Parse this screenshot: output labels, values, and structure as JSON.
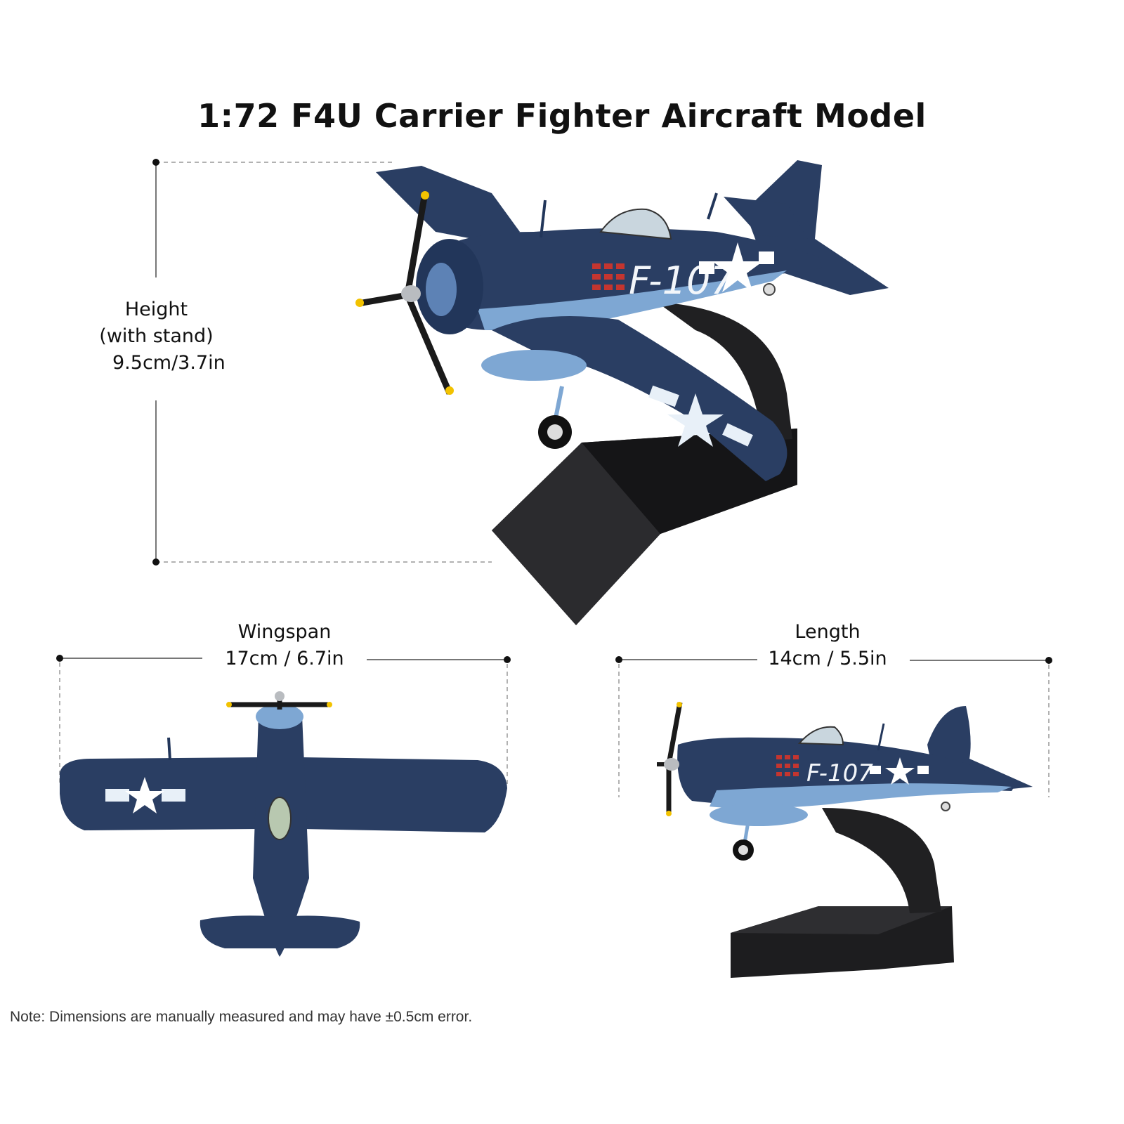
{
  "title": "1:72 F4U Carrier Fighter Aircraft Model",
  "dimensions": {
    "height": {
      "line1": "Height",
      "line2": "(with stand)",
      "line3": "9.5cm/3.7in"
    },
    "wingspan": {
      "label": "Wingspan",
      "value": "17cm / 6.7in"
    },
    "length": {
      "label": "Length",
      "value": "14cm / 5.5in"
    }
  },
  "aircraft_marking": "F-107",
  "note": "Note: Dimensions are manually measured and may have ±0.5cm error.",
  "colors": {
    "navy": "#2a3e63",
    "light_blue": "#7ea7d3",
    "stand": "#1c1c1e",
    "propeller_tip": "#f2c200"
  }
}
